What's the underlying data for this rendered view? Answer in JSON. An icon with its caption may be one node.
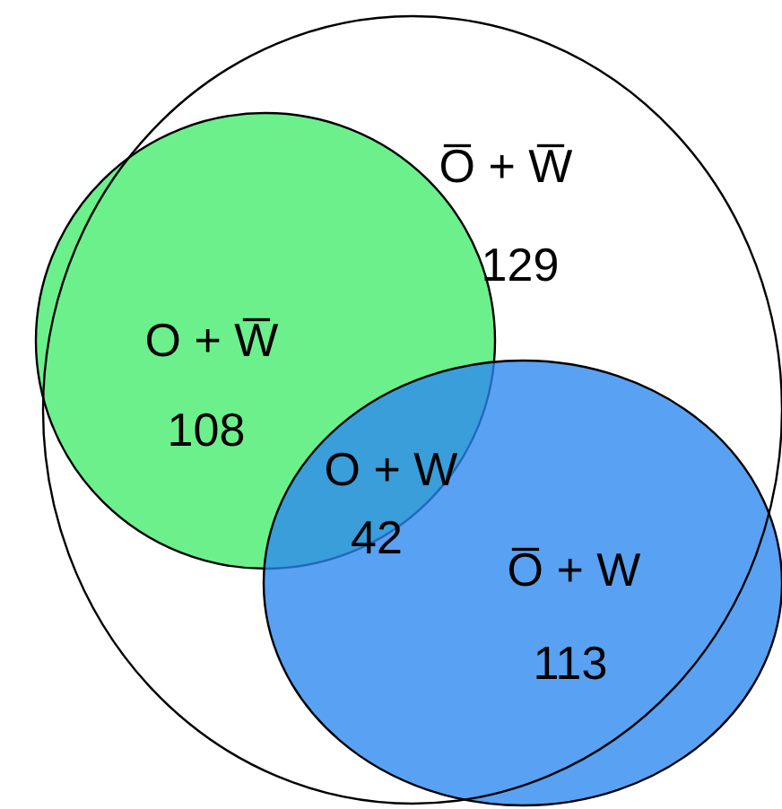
{
  "diagram": {
    "nodes": [
      {
        "text": [
          "O̅ + W̅",
          "129"
        ]
      },
      {
        "text": [
          "O + W̅",
          "108"
        ],
        "in": 0
      },
      {
        "text": [
          "O̅ + W",
          "113"
        ],
        "in": 0
      }
    ],
    "edges": [],
    "labels": [
      "O + W",
      "42"
    ]
  }
}
